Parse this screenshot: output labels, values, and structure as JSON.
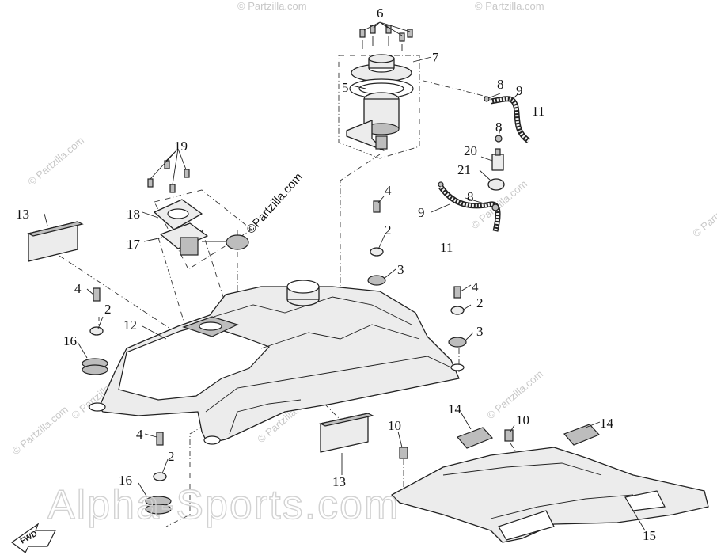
{
  "callouts": [
    {
      "id": "c6",
      "label": "6"
    },
    {
      "id": "c7",
      "label": "7"
    },
    {
      "id": "c5",
      "label": "5"
    },
    {
      "id": "c8a",
      "label": "8"
    },
    {
      "id": "c9a",
      "label": "9"
    },
    {
      "id": "c11a",
      "label": "11"
    },
    {
      "id": "c8b",
      "label": "8"
    },
    {
      "id": "c20",
      "label": "20"
    },
    {
      "id": "c21",
      "label": "21"
    },
    {
      "id": "c8c",
      "label": "8"
    },
    {
      "id": "c9b",
      "label": "9"
    },
    {
      "id": "c11b",
      "label": "11"
    },
    {
      "id": "c19",
      "label": "19"
    },
    {
      "id": "c18",
      "label": "18"
    },
    {
      "id": "c17",
      "label": "17"
    },
    {
      "id": "c13a",
      "label": "13"
    },
    {
      "id": "c4a",
      "label": "4"
    },
    {
      "id": "c2a",
      "label": "2"
    },
    {
      "id": "c3a",
      "label": "3"
    },
    {
      "id": "c4b",
      "label": "4"
    },
    {
      "id": "c2b",
      "label": "2"
    },
    {
      "id": "c3b",
      "label": "3"
    },
    {
      "id": "c4c",
      "label": "4"
    },
    {
      "id": "c2c",
      "label": "2"
    },
    {
      "id": "c12",
      "label": "12"
    },
    {
      "id": "c16a",
      "label": "16"
    },
    {
      "id": "c10a",
      "label": "10"
    },
    {
      "id": "c10b",
      "label": "10"
    },
    {
      "id": "c14a",
      "label": "14"
    },
    {
      "id": "c14b",
      "label": "14"
    },
    {
      "id": "c4d",
      "label": "4"
    },
    {
      "id": "c2d",
      "label": "2"
    },
    {
      "id": "c16b",
      "label": "16"
    },
    {
      "id": "c13b",
      "label": "13"
    },
    {
      "id": "c15",
      "label": "15"
    }
  ],
  "watermarks": {
    "partzilla_small": "© Partzilla.com",
    "partzilla_main": "©Partzilla.com",
    "alpha_sports": "Alpha-Sports.com"
  },
  "fwd_marker": {
    "text": "FWD",
    "icon": "forward-arrow-icon"
  }
}
